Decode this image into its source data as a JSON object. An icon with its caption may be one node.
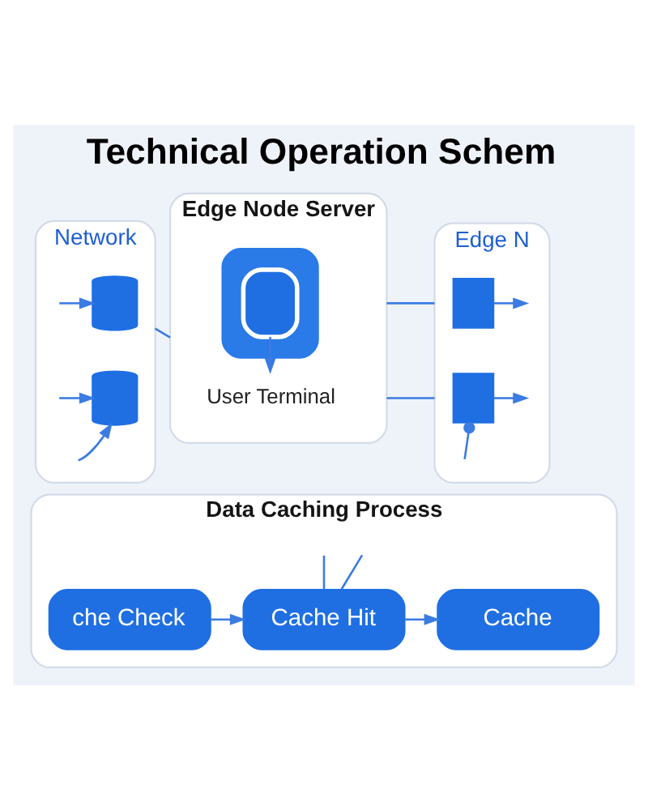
{
  "diagram": {
    "title": "Technical Operation Schem",
    "nodes": [
      {
        "text": [
          "Network"
        ]
      },
      {
        "text": [],
        "shape": "cylinder",
        "in": 0
      },
      {
        "text": [],
        "shape": "cylinder",
        "in": 0
      },
      {
        "text": [
          "Edge Node Server"
        ]
      },
      {
        "text": [],
        "shape": "cloud",
        "in": 3
      },
      {
        "text": [],
        "shape": "box",
        "in": 4
      },
      {
        "text": [
          "User Terminal"
        ],
        "in": 3
      },
      {
        "text": [
          "Edge N"
        ]
      },
      {
        "text": [],
        "shape": "box",
        "in": 7
      },
      {
        "text": [],
        "shape": "box",
        "in": 7
      },
      {
        "text": [
          "Data Caching Process"
        ]
      },
      {
        "text": [
          "che Check"
        ],
        "in": 10
      },
      {
        "text": [
          "Cache Hit"
        ],
        "in": 10
      },
      {
        "text": [
          "Cache"
        ],
        "in": 10
      }
    ],
    "edges": [
      {
        "from": 0,
        "to": 3,
        "arrow": "none"
      },
      {
        "from": 3,
        "to": 7,
        "arrow": "none"
      },
      {
        "from": 3,
        "to": 7,
        "arrow": "none"
      },
      {
        "from": null,
        "to": 1,
        "arrow": "to"
      },
      {
        "from": null,
        "to": 2,
        "arrow": "to"
      },
      {
        "from": null,
        "to": 2,
        "arrow": "to"
      },
      {
        "from": 5,
        "to": 6,
        "arrow": "to"
      },
      {
        "from": 8,
        "to": null,
        "arrow": "to"
      },
      {
        "from": 9,
        "to": null,
        "arrow": "other"
      },
      {
        "from": 9,
        "to": null,
        "arrow": "to"
      },
      {
        "from": null,
        "to": 12,
        "arrow": "none"
      },
      {
        "from": null,
        "to": 12,
        "arrow": "none"
      },
      {
        "from": 11,
        "to": 12,
        "arrow": "to"
      },
      {
        "from": 12,
        "to": 13,
        "arrow": "to"
      }
    ]
  }
}
